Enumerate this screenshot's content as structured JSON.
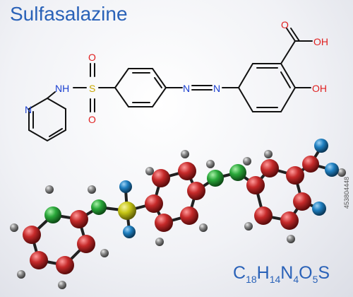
{
  "title": "Sulfasalazine",
  "formula": {
    "parts": [
      "C",
      "18",
      "H",
      "14",
      "N",
      "4",
      "O",
      "5",
      "S"
    ]
  },
  "watermark": "453804448",
  "atom_labels": {
    "NH": "NH",
    "S": "S",
    "O": "O",
    "N": "N",
    "OH": "OH"
  },
  "colors": {
    "title": "#2a62b8",
    "bond": "#111111",
    "nitrogen": "#1a3fd0",
    "oxygen": "#e02020",
    "sulfur": "#c8a800",
    "carbon_ball": "#c62a2a",
    "nitrogen_ball": "#2aa83a",
    "sulfur_ball": "#c7c615",
    "oxygen_ball": "#1f7fc0",
    "hydrogen_ball": "#8a8a8a"
  }
}
